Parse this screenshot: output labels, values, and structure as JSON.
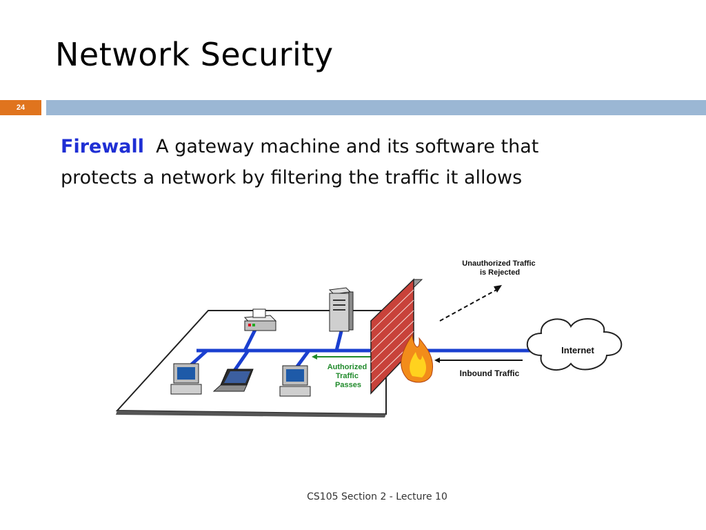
{
  "slide": {
    "title": "Network Security",
    "number": "24",
    "term": "Firewall",
    "definition_line1": "A gateway machine and its software that",
    "definition_line2": "protects a network by filtering the traffic it allows",
    "footer": "CS105 Section 2 - Lecture 10"
  },
  "diagram": {
    "unauthorized_line1": "Unauthorized Traffic",
    "unauthorized_line2": "is Rejected",
    "authorized_line1": "Authorized",
    "authorized_line2": "Traffic",
    "authorized_line3": "Passes",
    "inbound": "Inbound Traffic",
    "internet": "Internet"
  },
  "colors": {
    "accent": "#e0741e",
    "bar": "#9bb7d4",
    "term": "#1f2fd4",
    "network_line": "#1a3fd0",
    "authorized_text": "#1f8a2a",
    "brick": "#c8423a"
  },
  "icons": [
    "printer-icon",
    "server-icon",
    "desktop-computer-icon",
    "laptop-icon",
    "firewall-icon",
    "fire-icon",
    "cloud-icon",
    "arrow-icon"
  ]
}
